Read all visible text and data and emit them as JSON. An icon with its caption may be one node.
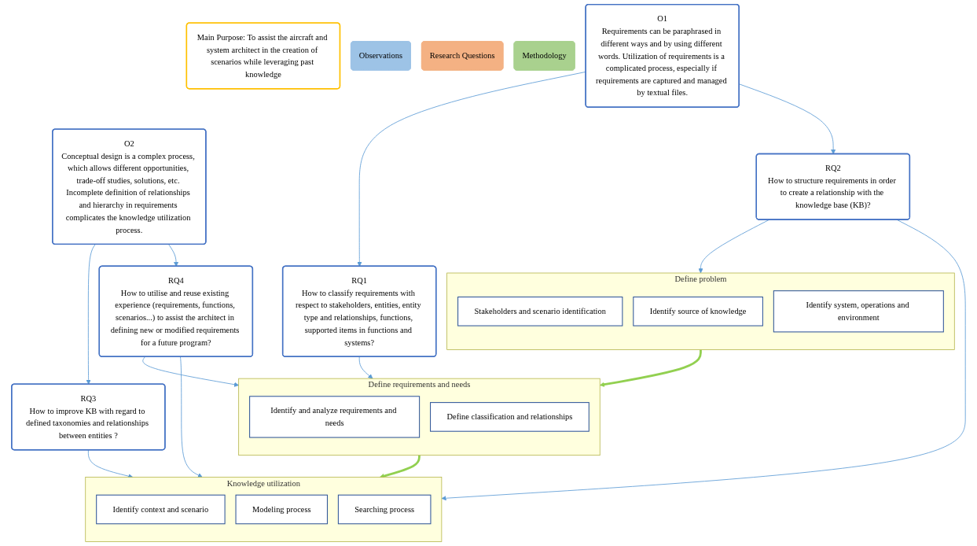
{
  "diagram": {
    "nodes": [
      {
        "text": [
          "Main Purpose: To assist the aircraft and system architect in the creation of scenarios while leveraging past knowledge"
        ]
      },
      {
        "text": [
          "Observations"
        ]
      },
      {
        "text": [
          "Research Questions"
        ]
      },
      {
        "text": [
          "Methodology"
        ]
      },
      {
        "text": [
          "O1",
          "Requirements can be paraphrased in different ways and by using different words. Utilization of requirements is a complicated process, especially if requirements are captured and managed by textual files."
        ]
      },
      {
        "text": [
          "O2",
          "Conceptual design is a complex process, which allows different opportunities, trade-off studies, solutions, etc. Incomplete definition of relationships and hierarchy in requirements complicates the knowledge utilization process."
        ]
      },
      {
        "text": [
          "RQ1",
          "How to classify requirements with respect to stakeholders, entities, entity type and relationships, functions, supported items in functions and systems?"
        ]
      },
      {
        "text": [
          "RQ2",
          "How to structure requirements in order to create a relationship with the knowledge base (KB)?"
        ]
      },
      {
        "text": [
          "RQ3",
          "How to improve KB with regard to defined taxonomies and relationships between entities ?"
        ]
      },
      {
        "text": [
          "RQ4",
          "How to utilise and reuse existing experience (requirements, functions, scenarios...) to assist the architect in defining new or modified requirements for a future program?"
        ]
      },
      {
        "text": [
          "Define problem"
        ]
      },
      {
        "text": [
          "Stakeholders and scenario identification"
        ],
        "in": 10
      },
      {
        "text": [
          "Identify source of knowledge"
        ],
        "in": 10
      },
      {
        "text": [
          "Identify system, operations and environment"
        ],
        "in": 10
      },
      {
        "text": [
          "Define requirements and needs"
        ]
      },
      {
        "text": [
          "Identify and analyze requirements and needs"
        ],
        "in": 14
      },
      {
        "text": [
          "Define classification and relationships"
        ],
        "in": 14
      },
      {
        "text": [
          "Knowledge utilization"
        ]
      },
      {
        "text": [
          "Identify context and scenario"
        ],
        "in": 17
      },
      {
        "text": [
          "Modeling process"
        ],
        "in": 17
      },
      {
        "text": [
          "Searching process"
        ],
        "in": 17
      }
    ],
    "edges": [
      {
        "from": 4,
        "to": 6,
        "arrow": "to"
      },
      {
        "from": 4,
        "to": 7,
        "arrow": "to"
      },
      {
        "from": 5,
        "to": 8,
        "arrow": "to"
      },
      {
        "from": 5,
        "to": 9,
        "arrow": "to"
      },
      {
        "from": 6,
        "to": 14,
        "arrow": "to"
      },
      {
        "from": 7,
        "to": 10,
        "arrow": "to"
      },
      {
        "from": 7,
        "to": 17,
        "arrow": "to"
      },
      {
        "from": 8,
        "to": 17,
        "arrow": "to"
      },
      {
        "from": 9,
        "to": 14,
        "arrow": "to"
      },
      {
        "from": 9,
        "to": 17,
        "arrow": "to"
      },
      {
        "from": 10,
        "to": 14,
        "arrow": "to",
        "style": "thick",
        "color": "#92d050"
      },
      {
        "from": 14,
        "to": 17,
        "arrow": "to",
        "style": "thick",
        "color": "#92d050"
      }
    ]
  }
}
